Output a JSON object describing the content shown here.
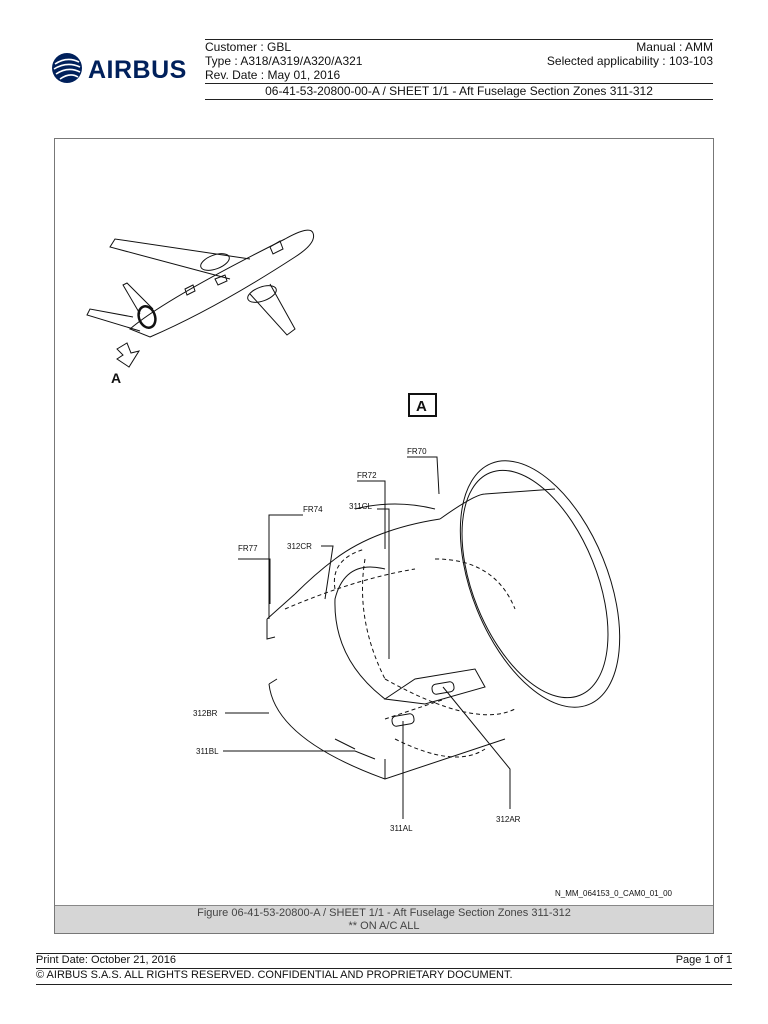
{
  "logo": {
    "text": "AIRBUS"
  },
  "header": {
    "customer": "Customer : GBL",
    "manual": "Manual : AMM",
    "type": "Type : A318/A319/A320/A321",
    "applicability": "Selected applicability : 103-103",
    "rev_date": "Rev. Date : May 01, 2016",
    "sheet_title": "06-41-53-20800-00-A / SHEET 1/1 - Aft Fuselage Section Zones 311-312"
  },
  "figure": {
    "view_label_overview": "A",
    "view_box_label": "A",
    "callouts": {
      "fr70": "FR70",
      "fr72": "FR72",
      "fr74": "FR74",
      "fr77": "FR77",
      "z311cl": "311CL",
      "z312cr": "312CR",
      "z312br": "312BR",
      "z311bl": "311BL",
      "z311al": "311AL",
      "z312ar": "312AR"
    },
    "drawing_id": "N_MM_064153_0_CAM0_01_00",
    "caption_line1": "Figure 06-41-53-20800-A / SHEET 1/1 - Aft Fuselage Section Zones 311-312",
    "caption_line2": "** ON A/C ALL"
  },
  "footer": {
    "print_date": "Print Date: October 21, 2016",
    "page": "Page 1 of 1",
    "copyright": "© AIRBUS S.A.S. ALL RIGHTS RESERVED. CONFIDENTIAL AND PROPRIETARY DOCUMENT."
  },
  "colors": {
    "brand": "#00205b",
    "caption_bg": "#d6d6d6"
  }
}
